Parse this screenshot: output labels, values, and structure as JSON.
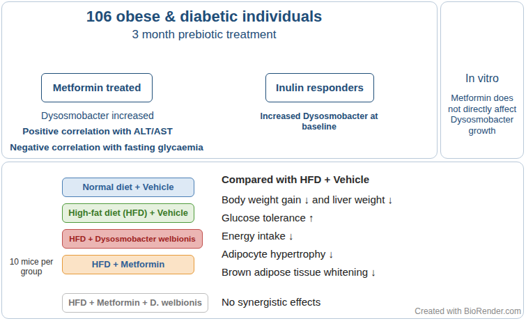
{
  "diagram": {
    "nodes": [
      {
        "text": [
          "106 obese & diabetic individuals",
          "3 month prebiotic treatment"
        ]
      },
      {
        "text": [
          "Metformin treated"
        ],
        "in": 0
      },
      {
        "text": [
          "Inulin responders"
        ],
        "in": 0
      },
      {
        "text": [
          "In vitro",
          "Metformin does not directly affect Dysosmobacter growth"
        ]
      },
      {
        "text": [
          "10 mice per group"
        ]
      },
      {
        "text": [
          "Normal diet + Vehicle"
        ],
        "in": 4
      },
      {
        "text": [
          "High-fat diet (HFD) + Vehicle"
        ],
        "in": 4
      },
      {
        "text": [
          "HFD + Dysosmobacter welbionis"
        ],
        "in": 4
      },
      {
        "text": [
          "HFD + Metformin"
        ],
        "in": 4
      },
      {
        "text": [
          "HFD + Metformin + D. welbionis"
        ],
        "in": 4
      }
    ],
    "labels": [
      "Dysosmobacter increased",
      "Positive correlation with ALT/AST",
      "Negative correlation with fasting glycaemia",
      "Increased Dysosmobacter at baseline",
      "Compared with HFD + Vehicle",
      "Body weight gain ↓ and liver weight ↓",
      "Glucose tolerance ↑",
      "Energy intake ↓",
      "Adipocyte hypertrophy ↓",
      "Brown adipose tissue whitening ↓",
      "No synergistic effects",
      "Created with BioRender.com"
    ]
  }
}
